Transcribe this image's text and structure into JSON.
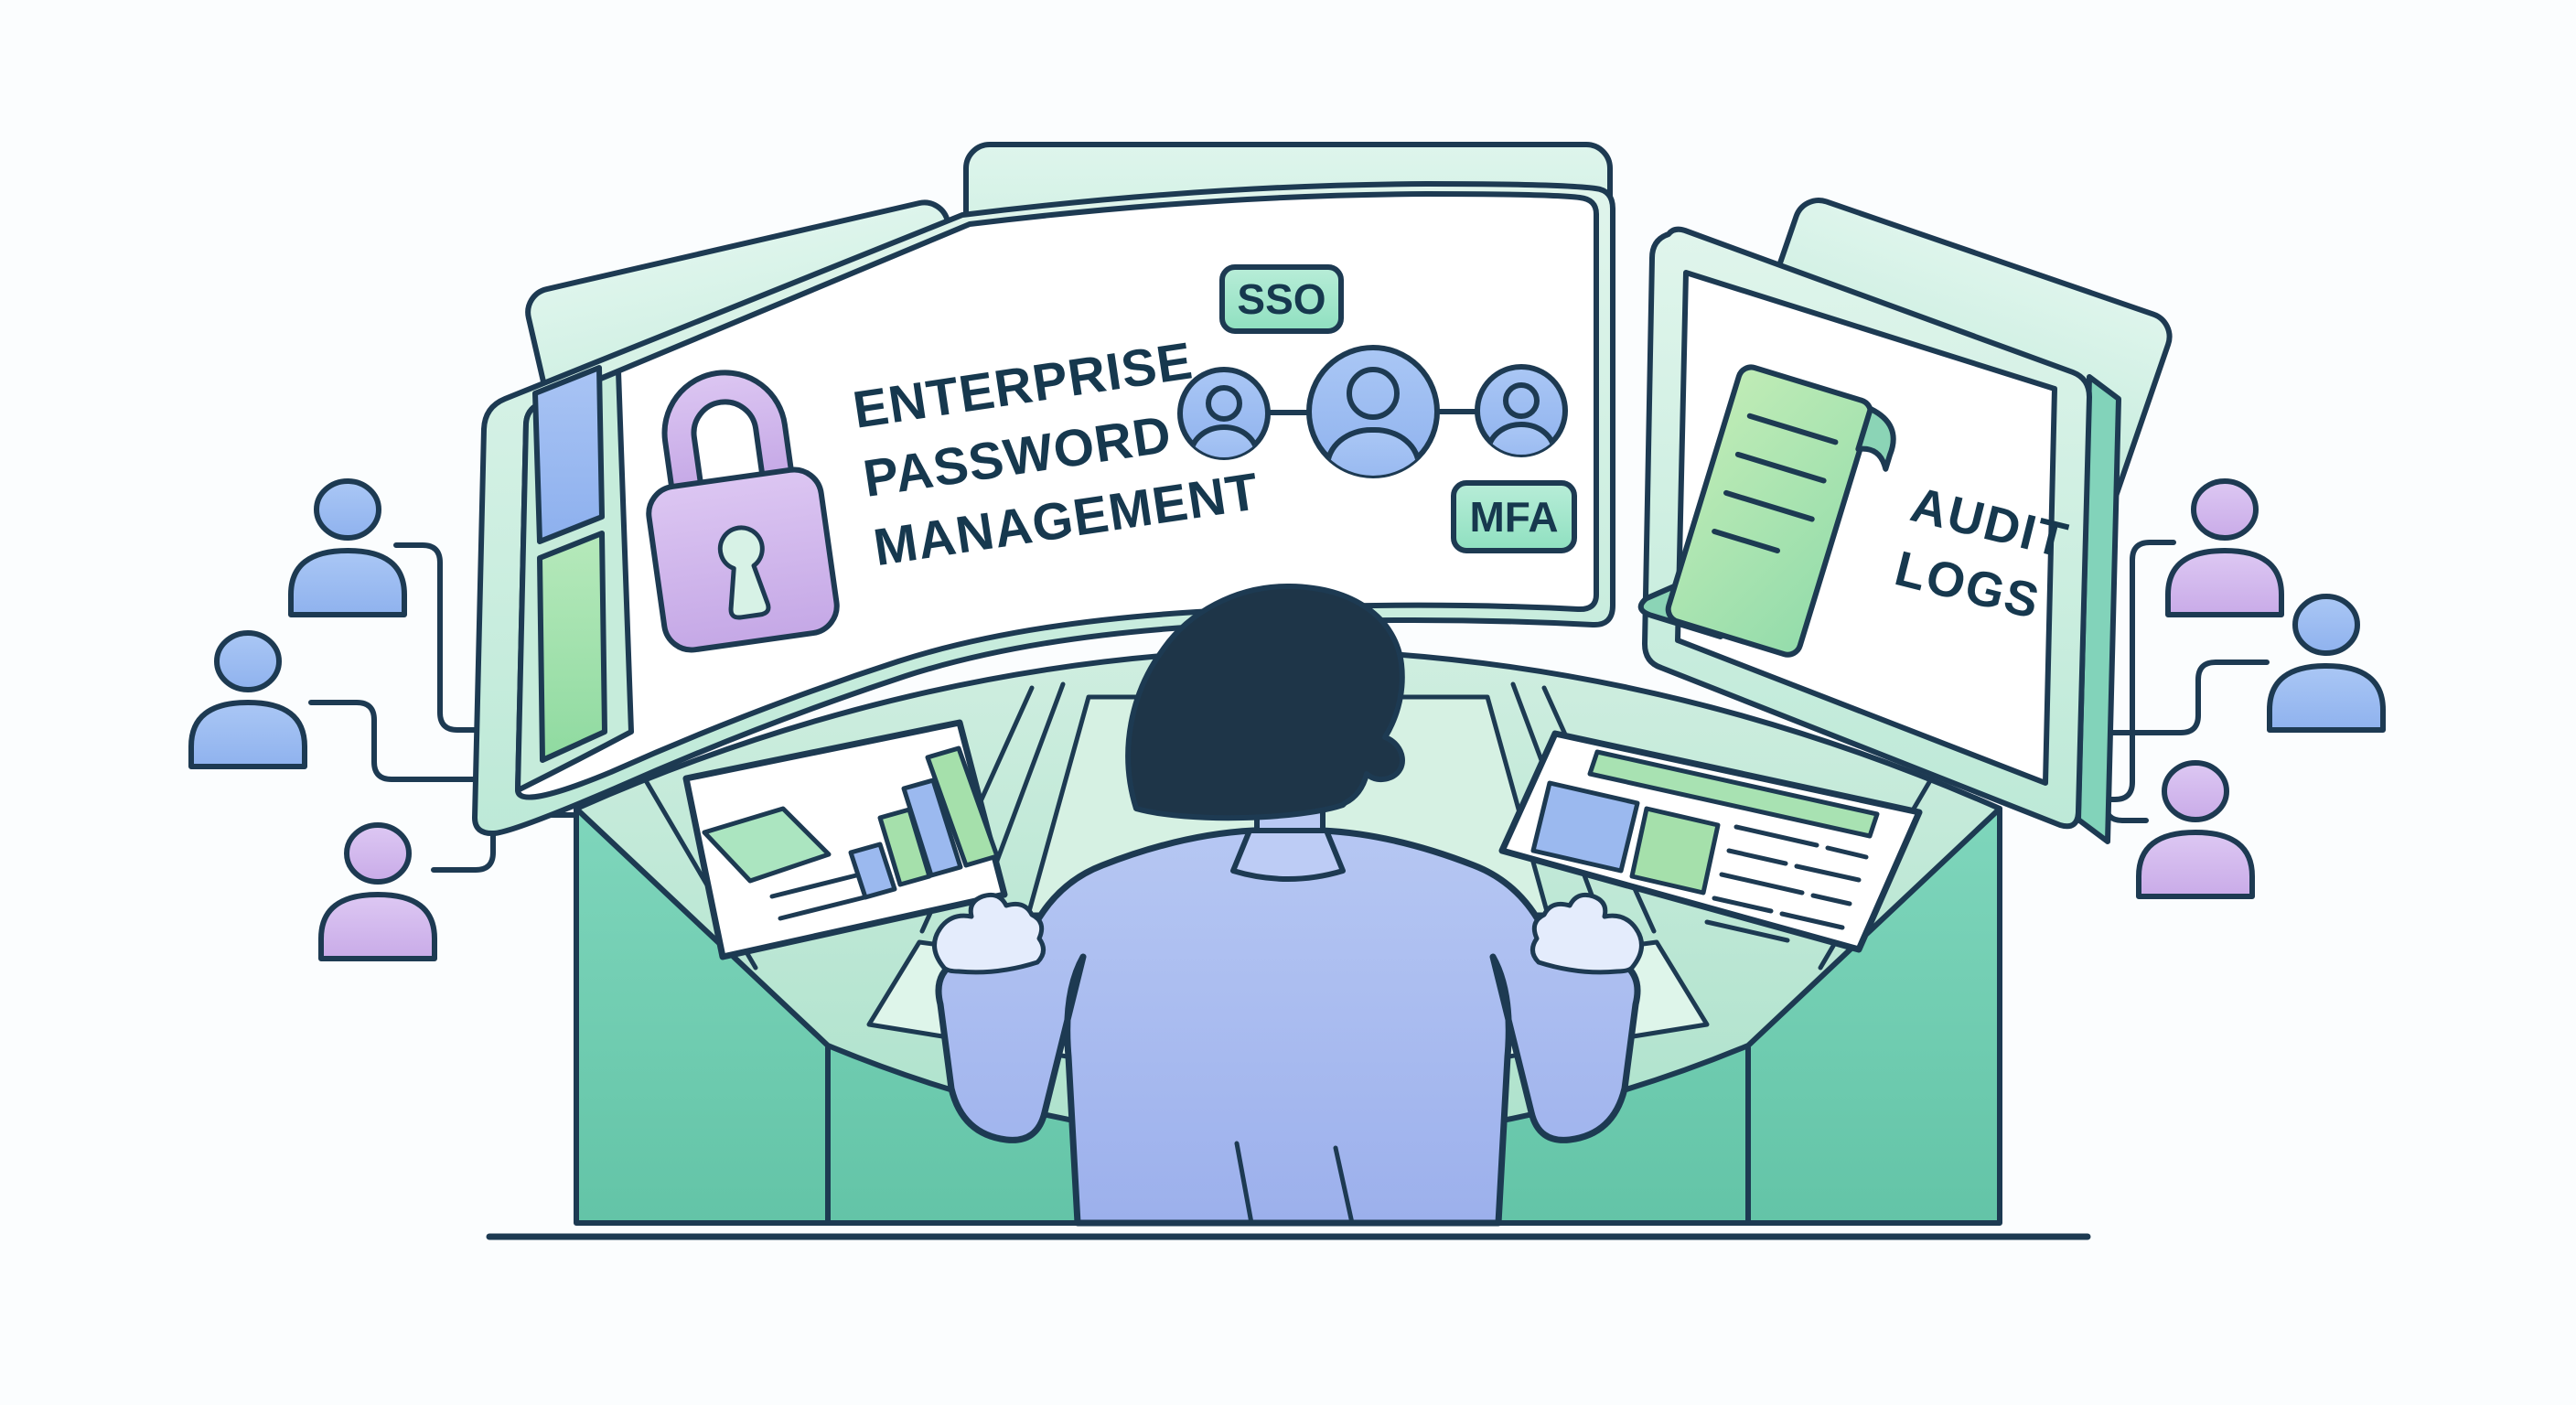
{
  "scene": {
    "background_color": "#fbfdfe",
    "outline_color": "#1d3a52",
    "description": "Flat illustration of an operator at a curved security control desk with three wrap-around monitors"
  },
  "left_screen": {
    "line1": "ENTERPRISE",
    "line2": "PASSWORD",
    "line3": "MANAGEMENT",
    "icon": "padlock-icon"
  },
  "center_screen": {
    "sso_badge": "SSO",
    "mfa_badge": "MFA",
    "icon": "linked-user-avatars-icon"
  },
  "right_screen": {
    "line1": "AUDIT",
    "line2": "LOGS",
    "icon": "scroll-document-icon"
  },
  "desk_screens": {
    "left_icon": "bar-chart-icon",
    "right_icon": "log-table-icon"
  },
  "users": {
    "left": [
      "blue",
      "blue",
      "purple"
    ],
    "right": [
      "purple",
      "blue",
      "purple"
    ]
  },
  "colors": {
    "outline": "#1d3a52",
    "mint_light": "#ddf4ea",
    "mint": "#c4ebdb",
    "teal_desk": "#74ceb5",
    "blue_user": "#9cbcf2",
    "purple_user": "#d2b7ec",
    "purple_lock": "#cfb4ec",
    "green_scroll": "#a9e2a9",
    "badge_mint": "#a5e7cd",
    "shirt_blue": "#a9bdf0",
    "hair_navy": "#1e3548",
    "text_navy": "#16384e"
  }
}
